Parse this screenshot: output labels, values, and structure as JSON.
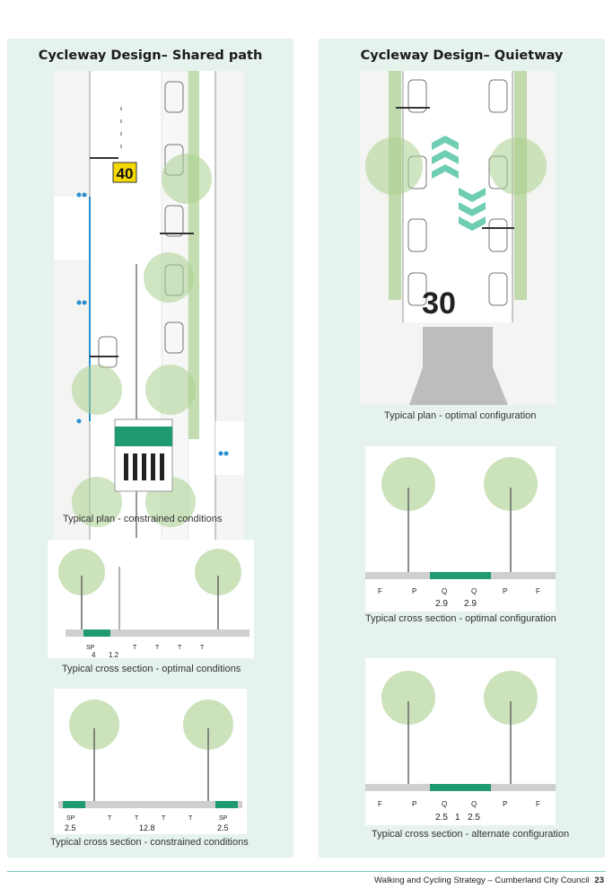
{
  "left": {
    "heading": "Cycleway Design– Shared path",
    "plan_caption": "Typical plan - constrained conditions",
    "speed_sign": "40",
    "xs1_caption": "Typical cross section - optimal conditions",
    "xs1_labels": [
      "SP",
      "T",
      "T",
      "T",
      "T"
    ],
    "xs1_dims": [
      "4",
      "1.2"
    ],
    "xs2_caption": "Typical cross section - constrained conditions",
    "xs2_labels": [
      "SP",
      "T",
      "T",
      "T",
      "T",
      "SP"
    ],
    "xs2_dims": [
      "2.5",
      "12.8",
      "2.5"
    ]
  },
  "right": {
    "heading": "Cycleway Design– Quietway",
    "plan_caption": "Typical plan - optimal configuration",
    "speed_marking": "30",
    "xs1_caption": "Typical cross section - optimal configuration",
    "xs1_labels": [
      "F",
      "P",
      "Q",
      "Q",
      "P",
      "F"
    ],
    "xs1_dims": [
      "2.9",
      "2.9"
    ],
    "xs2_caption": "Typical cross section - alternate configuration",
    "xs2_labels": [
      "F",
      "P",
      "Q",
      "Q",
      "P",
      "F"
    ],
    "xs2_dims": [
      "2.5",
      "1",
      "2.5"
    ]
  },
  "footer": {
    "title": "Walking and Cycling Strategy – Cumberland City Council",
    "page": "23"
  },
  "colors": {
    "panel": "#e6f3ec",
    "cycle_green": "#1f9a72",
    "tree_green": "#a9cf8e",
    "footer_rule": "#7cc8c2"
  }
}
